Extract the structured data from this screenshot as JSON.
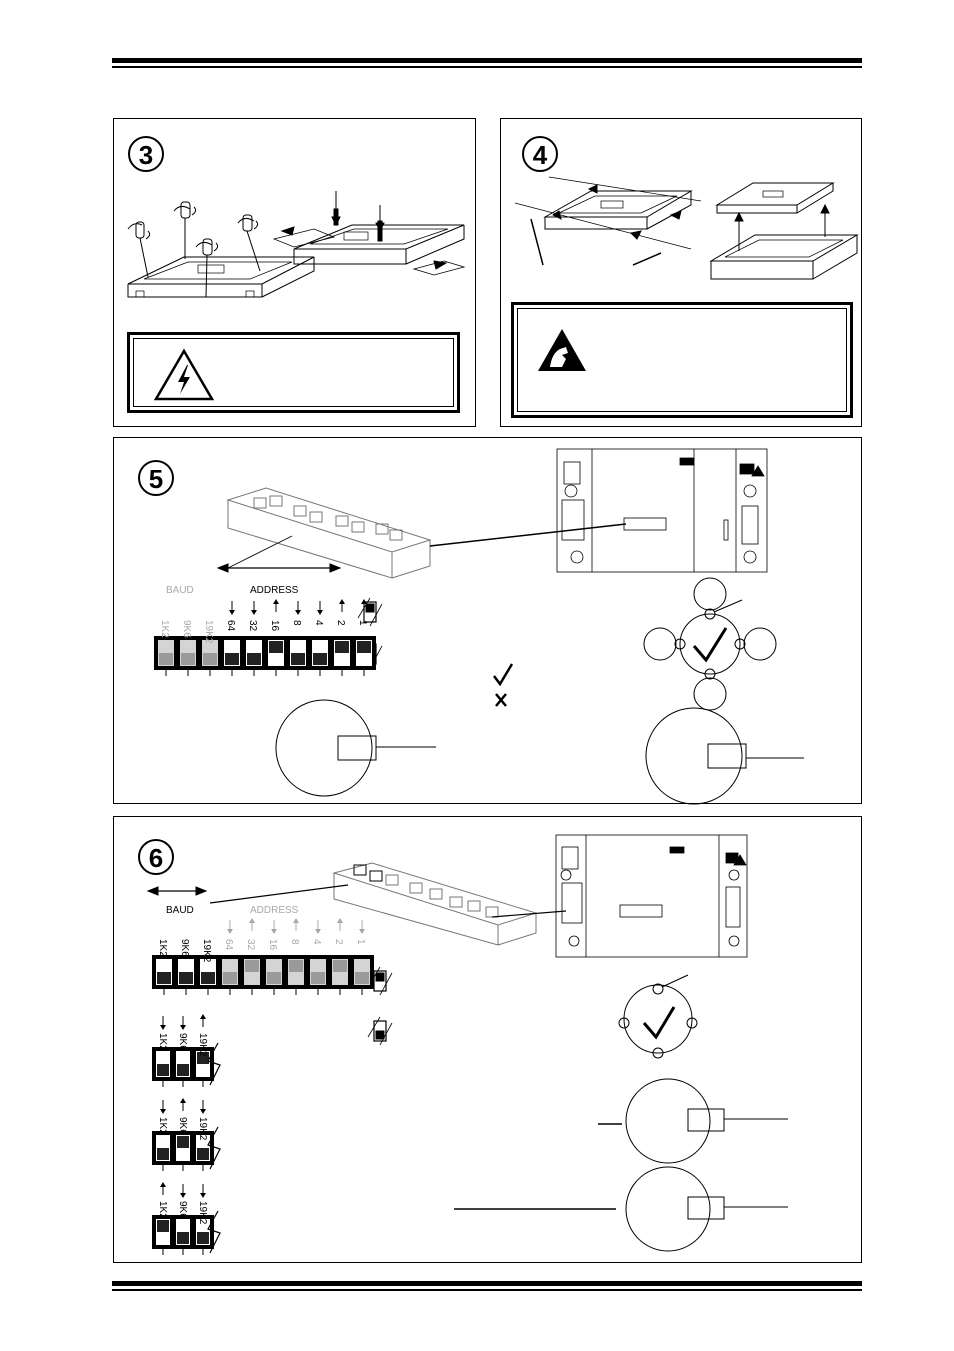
{
  "steps": {
    "step3": {
      "number": "3"
    },
    "step4": {
      "number": "4"
    },
    "step5": {
      "number": "5"
    },
    "step6": {
      "number": "6"
    }
  },
  "step5": {
    "baud_label": "BAUD",
    "address_label": "ADDRESS",
    "baud_switches": [
      "1K2",
      "9K6",
      "19K2"
    ],
    "address_switches": [
      "64",
      "32",
      "16",
      "8",
      "4",
      "2",
      "1"
    ],
    "address_arrows": [
      "down",
      "down",
      "up",
      "down",
      "down",
      "up",
      "up"
    ]
  },
  "step6": {
    "baud_label": "BAUD",
    "address_label": "ADDRESS",
    "baud_switches": [
      "1K2",
      "9K6",
      "19K2"
    ],
    "address_switches": [
      "64",
      "32",
      "16",
      "8",
      "4",
      "2",
      "1"
    ],
    "baud_options": [
      {
        "labels": [
          "1K2",
          "9K6",
          "19K2"
        ],
        "arrows": [
          "down",
          "down",
          "up"
        ]
      },
      {
        "labels": [
          "1K2",
          "9K6",
          "19K2"
        ],
        "arrows": [
          "down",
          "up",
          "down"
        ]
      },
      {
        "labels": [
          "1K2",
          "9K6",
          "19K2"
        ],
        "arrows": [
          "up",
          "down",
          "down"
        ]
      }
    ]
  },
  "symbols": {
    "high_voltage": "warning-lightning-icon",
    "esd": "esd-hand-icon",
    "check": "check-icon",
    "cross": "cross-icon"
  }
}
